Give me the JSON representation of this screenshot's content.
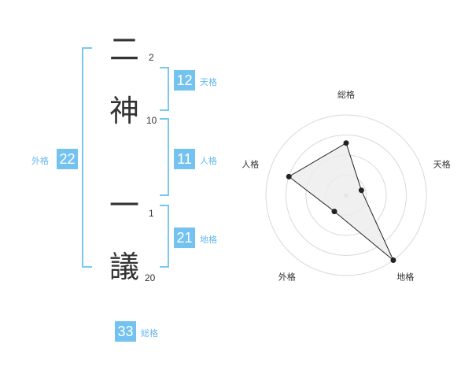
{
  "name": {
    "characters": [
      {
        "char": "二",
        "strokes": "2"
      },
      {
        "char": "神",
        "strokes": "10"
      },
      {
        "char": "一",
        "strokes": "1"
      },
      {
        "char": "議",
        "strokes": "20"
      }
    ]
  },
  "fortunes": {
    "tenkaku": {
      "value": "12",
      "label": "天格"
    },
    "jinkaku": {
      "value": "11",
      "label": "人格"
    },
    "chikaku": {
      "value": "21",
      "label": "地格"
    },
    "gaikaku": {
      "value": "22",
      "label": "外格"
    },
    "soukaku": {
      "value": "33",
      "label": "総格"
    }
  },
  "colors": {
    "accent": "#74c2f0",
    "bracket": "#7cc7f2",
    "text": "#333333"
  },
  "chart_data": {
    "type": "radar",
    "axes": [
      "総格",
      "天格",
      "地格",
      "外格",
      "人格"
    ],
    "values": [
      0.65,
      0.2,
      1.0,
      0.25,
      0.75
    ],
    "range": [
      0,
      1
    ],
    "rings": 4,
    "grid": true,
    "fill": "#ececec",
    "stroke": "#222222"
  }
}
